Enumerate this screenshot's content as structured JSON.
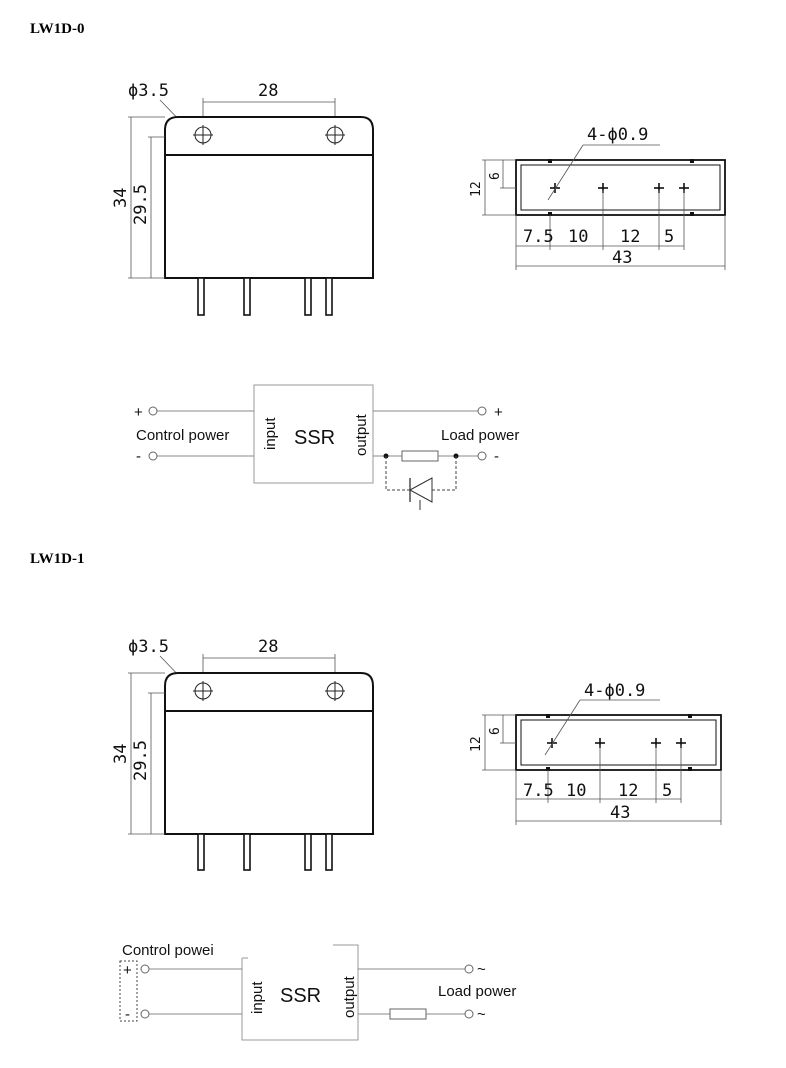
{
  "diagrams": [
    {
      "model": "LW1D-0",
      "hole_dia": "ϕ3.5",
      "hole_spacing": "28",
      "overall_height": "34",
      "body_height": "29.5",
      "pin_label": "4-ϕ0.9",
      "side_height": "12",
      "side_inner": "6",
      "pin_spacings": [
        "7.5",
        "10",
        "12",
        "5"
      ],
      "overall_width": "43",
      "ssr": "SSR",
      "input": "input",
      "output": "output",
      "control_power": "Control power",
      "load_power": "Load power",
      "plus": "+",
      "minus": "-",
      "load_plus": "+",
      "load_minus": "-"
    },
    {
      "model": "LW1D-1",
      "hole_dia": "ϕ3.5",
      "hole_spacing": "28",
      "overall_height": "34",
      "body_height": "29.5",
      "pin_label": "4-ϕ0.9",
      "side_height": "12",
      "side_inner": "6",
      "pin_spacings": [
        "7.5",
        "10",
        "12",
        "5"
      ],
      "overall_width": "43",
      "ssr": "SSR",
      "input": "input",
      "output": "output",
      "control_power": "Control powei",
      "load_power": "Load power",
      "plus": "+",
      "minus": "-",
      "load_plus": "~",
      "load_minus": "~"
    }
  ]
}
